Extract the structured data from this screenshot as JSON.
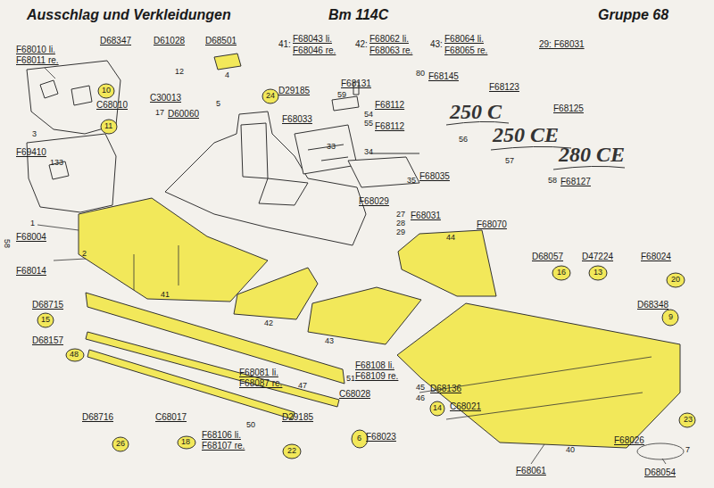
{
  "diagram": {
    "title": "Ausschlag und Verkleidungen",
    "labels": [
      "Bm 114C",
      "Gruppe 68",
      "D68347",
      "D61028",
      "D68501",
      "41:",
      "F68043 li.",
      "F68046 re.",
      "42:",
      "F68062 li.",
      "F68063 re.",
      "43:",
      "F68064 li.",
      "F68065 re.",
      "29: F68031",
      "F68010 li.",
      "F68011 re.",
      "10",
      "C68010",
      "11",
      "12",
      "C30013",
      "5",
      "17",
      "D60060",
      "4",
      "D29185",
      "24",
      "F68131",
      "59",
      "80",
      "F68145",
      "F68112",
      "54",
      "55",
      "F68112",
      "F68123",
      "F68125",
      "250 C",
      "56",
      "250 CE",
      "57",
      "280 CE",
      "58",
      "F68127",
      "F68033",
      "33",
      "34",
      "3",
      "F69410",
      "133",
      "1",
      "F68004",
      "2",
      "F68014",
      "35",
      "F68035",
      "F68029",
      "27",
      "F68031",
      "28",
      "29",
      "F68070",
      "44",
      "D68057",
      "16",
      "D47224",
      "13",
      "F68024",
      "20",
      "D68348",
      "9",
      "41",
      "42",
      "43",
      "D68715",
      "15",
      "D68157",
      "48",
      "51",
      "F68108 li.",
      "F68109 re.",
      "C68028",
      "45",
      "46",
      "D68136",
      "14",
      "C68021",
      "F68081 li.",
      "F68087 re.",
      "47",
      "D68716",
      "26",
      "C68017",
      "18",
      "F68106 li.",
      "F68107 re.",
      "50",
      "D29185",
      "22",
      "6",
      "F68023",
      "40",
      "F68061",
      "F68026",
      "23",
      "7",
      "D68054",
      "58"
    ]
  }
}
